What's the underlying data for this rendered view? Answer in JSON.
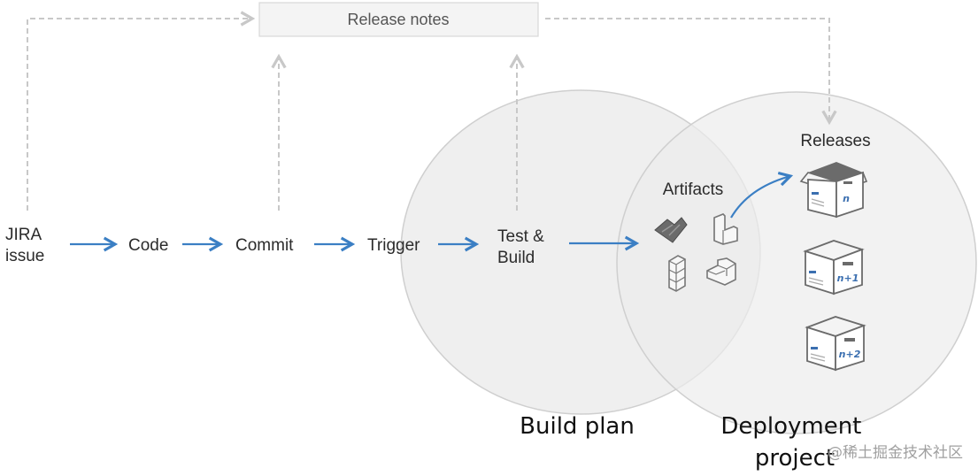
{
  "colors": {
    "flow_arrow": "#3b7fc4",
    "dashed_arrow": "#c8c8c8",
    "circle_fill": "#ececec",
    "circle_stroke": "#cfcfcf",
    "box_dark": "#6b6b6b",
    "box_label": "#3b6fb0"
  },
  "release_notes": {
    "label": "Release notes"
  },
  "flow": {
    "jira_line1": "JIRA",
    "jira_line2": "issue",
    "code": "Code",
    "commit": "Commit",
    "trigger": "Trigger",
    "test_line1": "Test &",
    "test_line2": "Build"
  },
  "artifacts": {
    "label": "Artifacts"
  },
  "releases": {
    "label": "Releases",
    "boxes": [
      {
        "tag": "n"
      },
      {
        "tag": "n+1"
      },
      {
        "tag": "n+2"
      }
    ]
  },
  "circles": {
    "build_plan": "Build plan",
    "deployment_line1": "Deployment",
    "deployment_line2": "project"
  },
  "watermark": "@稀土掘金技术社区"
}
